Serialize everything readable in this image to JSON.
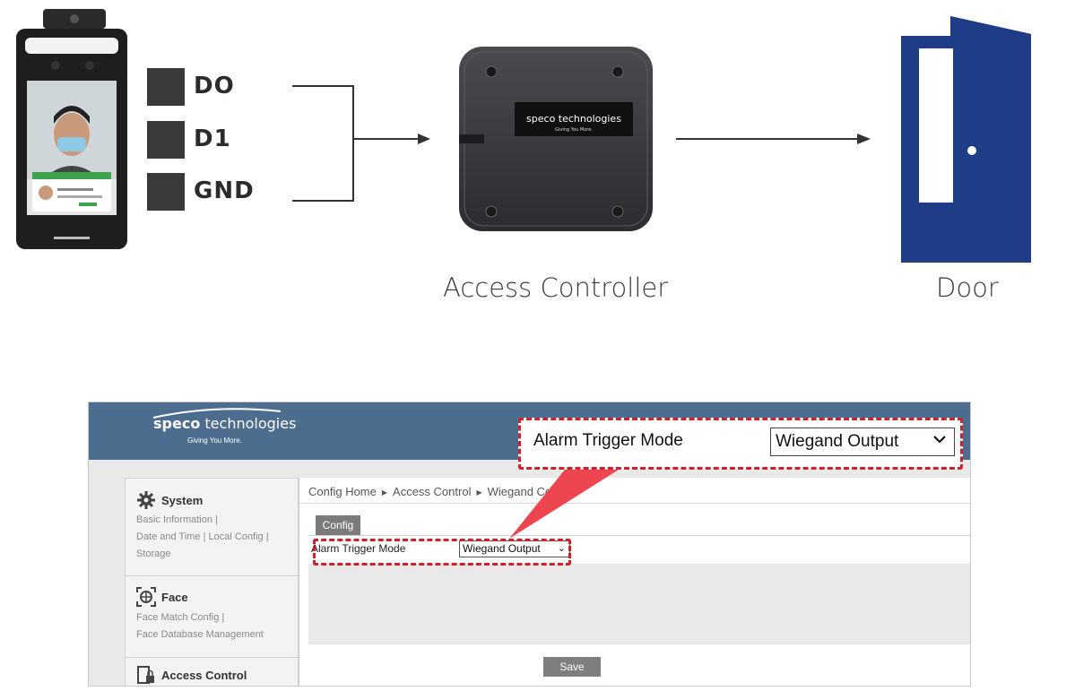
{
  "diagram": {
    "wires": [
      {
        "label": "DO"
      },
      {
        "label": "D1"
      },
      {
        "label": "GND"
      }
    ],
    "controller_caption": "Access Controller",
    "door_caption": "Door",
    "controller_brand": "speco technologies",
    "controller_tagline": "Giving You More."
  },
  "ui": {
    "logo": {
      "brand_bold": "speco",
      "brand_rest": " technologies",
      "tagline": "Giving You More."
    },
    "sidebar": {
      "sections": [
        {
          "title": "System",
          "icon": "gear-icon",
          "links": [
            "Basic Information |",
            "Date and Time | Local Config |",
            "Storage"
          ]
        },
        {
          "title": "Face",
          "icon": "face-scan-icon",
          "links": [
            "Face Match Config |",
            "Face Database Management"
          ]
        },
        {
          "title": "Access Control",
          "icon": "access-control-icon",
          "links": []
        }
      ]
    },
    "breadcrumb": [
      "Config Home",
      "Access Control",
      "Wiegand Config"
    ],
    "tab_config": "Config",
    "form": {
      "label": "Alarm Trigger Mode",
      "value": "Wiegand Output"
    },
    "save_label": "Save",
    "callout": {
      "label": "Alarm Trigger Mode",
      "value": "Wiegand Output"
    }
  },
  "colors": {
    "header": "#4d6d8f",
    "highlight": "#d0202a",
    "door": "#1f3d86"
  }
}
